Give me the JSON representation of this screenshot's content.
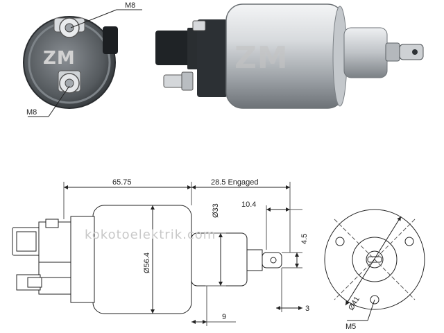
{
  "photo_labels": {
    "top_thread": "M8",
    "bottom_thread": "M8"
  },
  "drawing": {
    "overall_length": "65.75",
    "engaged_travel": "28.5 Engaged",
    "plunger_diameter": "Ø33",
    "body_diameter": "Ø56.4",
    "plunger_extension": "10.4",
    "eye_width": "4.5",
    "eye_end": "3",
    "flange_width": "9",
    "bolt_circle": "Ø41",
    "mount_thread": "M5"
  },
  "watermark": "kokotoelektrik.com",
  "logo_text": "ZM",
  "colors": {
    "line": "#222222",
    "dim_line": "#333333",
    "metal_light": "#e4e6e8",
    "metal_mid": "#b9bdc2",
    "metal_dark": "#6e7378",
    "connector": "#1f2326",
    "brass": "#c9b27a"
  }
}
